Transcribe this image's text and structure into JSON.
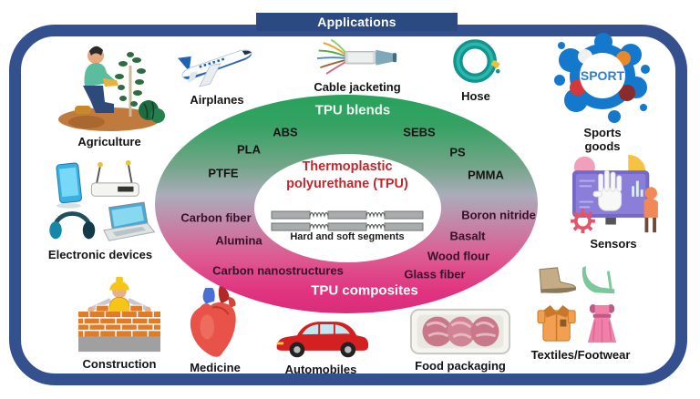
{
  "banner": {
    "title": "Applications"
  },
  "center": {
    "title_line1": "Thermoplastic",
    "title_line2": "polyurethane (TPU)",
    "segments_caption": "Hard and soft segments",
    "blends_title": "TPU blends",
    "composites_title": "TPU composites",
    "blends": [
      "ABS",
      "SEBS",
      "PLA",
      "PS",
      "PTFE",
      "PMMA"
    ],
    "composites": [
      "Carbon fiber",
      "Boron nitride",
      "Alumina",
      "Basalt",
      "Wood flour",
      "Carbon nanostructures",
      "Glass fiber"
    ]
  },
  "apps": {
    "agriculture": {
      "label": "Agriculture"
    },
    "airplanes": {
      "label": "Airplanes"
    },
    "cable_jacketing": {
      "label": "Cable jacketing"
    },
    "hose": {
      "label": "Hose"
    },
    "sports_goods": {
      "label": "Sports goods",
      "badge": "SPORT"
    },
    "electronic_devices": {
      "label": "Electronic devices"
    },
    "sensors": {
      "label": "Sensors"
    },
    "construction": {
      "label": "Construction"
    },
    "medicine": {
      "label": "Medicine"
    },
    "automobiles": {
      "label": "Automobiles"
    },
    "food_packaging": {
      "label": "Food packaging"
    },
    "textiles_footwear": {
      "label": "Textiles/Footwear"
    }
  },
  "colors": {
    "frame_blue": "#35508f",
    "banner_blue": "#2c4a82",
    "blends_green": "#29a15d",
    "composites_pink": "#e0337f",
    "tpu_red": "#c1272d",
    "composite_text": "#38102c"
  }
}
